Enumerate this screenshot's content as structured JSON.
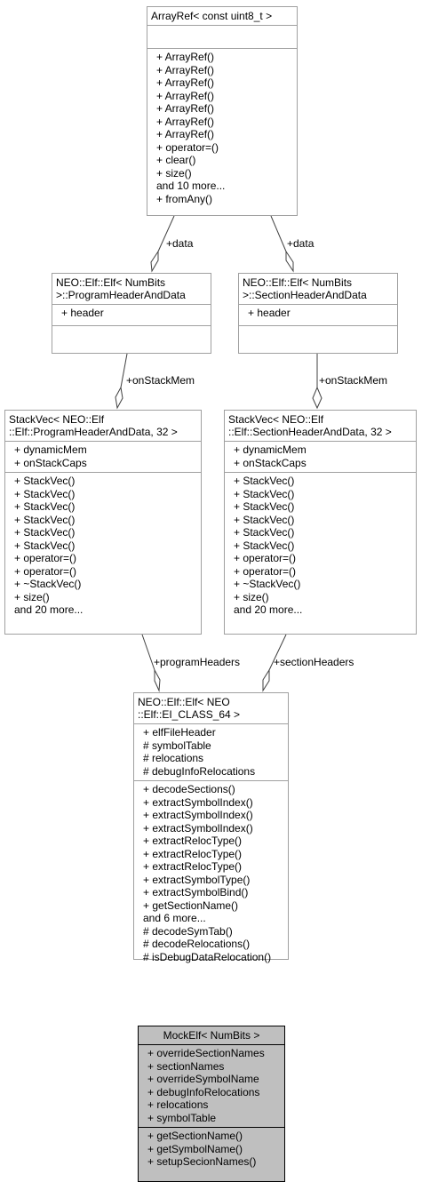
{
  "classes": {
    "arrayref": {
      "title": [
        "ArrayRef< const uint8_t >"
      ],
      "attributes": [],
      "methods": [
        "+ ArrayRef()",
        "+ ArrayRef()",
        "+ ArrayRef()",
        "+ ArrayRef()",
        "+ ArrayRef()",
        "+ ArrayRef()",
        "+ ArrayRef()",
        "+ operator=()",
        "+ clear()",
        "+ size()",
        "and 10 more...",
        "+ fromAny()"
      ]
    },
    "program_header": {
      "title": [
        "NEO::Elf::Elf< NumBits",
        ">::ProgramHeaderAndData"
      ],
      "attributes": [
        "+ header"
      ],
      "methods": []
    },
    "section_header": {
      "title": [
        "NEO::Elf::Elf< NumBits",
        ">::SectionHeaderAndData"
      ],
      "attributes": [
        "+ header"
      ],
      "methods": []
    },
    "stackvec_program": {
      "title": [
        "StackVec< NEO::Elf",
        "::Elf::ProgramHeaderAndData, 32 >"
      ],
      "attributes": [
        "+ dynamicMem",
        "+ onStackCaps"
      ],
      "methods": [
        "+ StackVec()",
        "+ StackVec()",
        "+ StackVec()",
        "+ StackVec()",
        "+ StackVec()",
        "+ StackVec()",
        "+ operator=()",
        "+ operator=()",
        "+ ~StackVec()",
        "+ size()",
        "and 20 more..."
      ]
    },
    "stackvec_section": {
      "title": [
        "StackVec< NEO::Elf",
        "::Elf::SectionHeaderAndData, 32 >"
      ],
      "attributes": [
        "+ dynamicMem",
        "+ onStackCaps"
      ],
      "methods": [
        "+ StackVec()",
        "+ StackVec()",
        "+ StackVec()",
        "+ StackVec()",
        "+ StackVec()",
        "+ StackVec()",
        "+ operator=()",
        "+ operator=()",
        "+ ~StackVec()",
        "+ size()",
        "and 20 more..."
      ]
    },
    "elf": {
      "title": [
        "NEO::Elf::Elf< NEO",
        "::Elf::EI_CLASS_64 >"
      ],
      "attributes": [
        "+ elfFileHeader",
        "# symbolTable",
        "# relocations",
        "# debugInfoRelocations"
      ],
      "methods": [
        "+ decodeSections()",
        "+ extractSymbolIndex()",
        "+ extractSymbolIndex()",
        "+ extractSymbolIndex()",
        "+ extractRelocType()",
        "+ extractRelocType()",
        "+ extractRelocType()",
        "+ extractSymbolType()",
        "+ extractSymbolBind()",
        "+ getSectionName()",
        "and 6 more...",
        "# decodeSymTab()",
        "# decodeRelocations()",
        "# isDebugDataRelocation()"
      ]
    },
    "mockelf": {
      "title": [
        "MockElf< NumBits >"
      ],
      "attributes": [
        "+ overrideSectionNames",
        "+ sectionNames",
        "+ overrideSymbolName",
        "+ debugInfoRelocations",
        "+ relocations",
        "+ symbolTable"
      ],
      "methods": [
        "+ getSectionName()",
        "+ getSymbolName()",
        "+ setupSecionNames()"
      ]
    }
  },
  "edges": [
    {
      "id": "arrayref-to-program",
      "label": "+data"
    },
    {
      "id": "arrayref-to-section",
      "label": "+data"
    },
    {
      "id": "program-to-stackvec",
      "label": "+onStackMem"
    },
    {
      "id": "section-to-stackvec",
      "label": "+onStackMem"
    },
    {
      "id": "stackvec-program-to-elf",
      "label": "+programHeaders"
    },
    {
      "id": "stackvec-section-to-elf",
      "label": "+sectionHeaders"
    },
    {
      "id": "elf-to-mockelf",
      "label": ""
    }
  ],
  "colors": {
    "border": "#a0a0a0",
    "highlight_fill": "#bfbfbf",
    "edge": "#404040",
    "inheritance_edge": "#191970"
  }
}
